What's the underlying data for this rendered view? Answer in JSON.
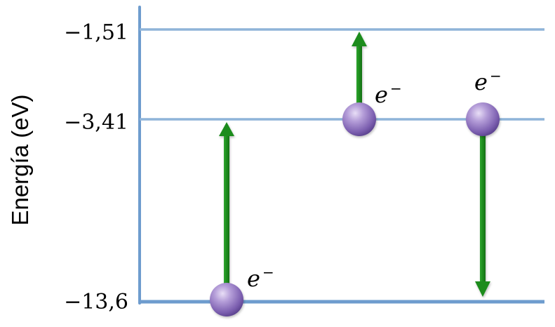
{
  "axis": {
    "title": "Energía (eV)"
  },
  "levels": [
    {
      "label": "−1,51"
    },
    {
      "label": "−3,41"
    },
    {
      "label": "−13,6"
    }
  ],
  "electrons": [
    {
      "base": "e",
      "sup": "−"
    },
    {
      "base": "e",
      "sup": "−"
    },
    {
      "base": "e",
      "sup": "−"
    }
  ],
  "colors": {
    "level_line": "#8fb4d9",
    "axis_line": "#6e9cce",
    "arrow": "#1e8a1e",
    "electron": "#9a82c4"
  }
}
